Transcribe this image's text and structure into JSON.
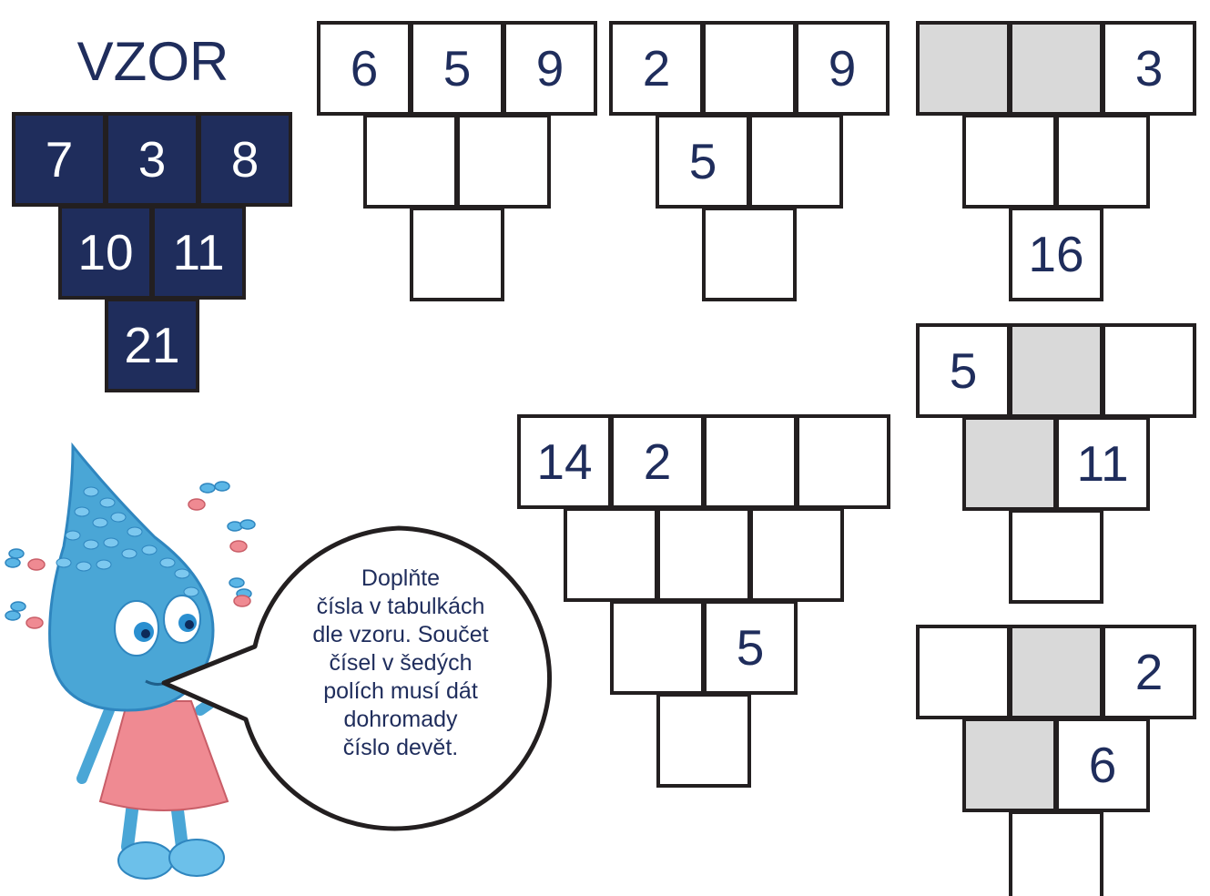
{
  "title": "VZOR",
  "example": {
    "row1": [
      "7",
      "3",
      "8"
    ],
    "row2": [
      "10",
      "11"
    ],
    "row3": [
      "21"
    ]
  },
  "puzzle1": {
    "row1": [
      "6",
      "5",
      "9"
    ],
    "row2": [
      "",
      ""
    ],
    "row3": [
      ""
    ]
  },
  "puzzle2": {
    "row1": [
      "2",
      "",
      "9"
    ],
    "row2": [
      "5",
      ""
    ],
    "row3": [
      ""
    ]
  },
  "puzzle3": {
    "row1": [
      "",
      "",
      "3"
    ],
    "row2": [
      "",
      ""
    ],
    "row3": [
      "16"
    ]
  },
  "puzzle4": {
    "row1": [
      "5",
      "",
      ""
    ],
    "row2": [
      "",
      "11"
    ],
    "row3": [
      ""
    ]
  },
  "puzzle5": {
    "row1": [
      "14",
      "2",
      "",
      ""
    ],
    "row2": [
      "",
      "",
      ""
    ],
    "row3": [
      "",
      "5"
    ],
    "row4": [
      ""
    ]
  },
  "puzzle6": {
    "row1": [
      "",
      "",
      "2"
    ],
    "row2": [
      "",
      "6"
    ],
    "row3": [
      ""
    ]
  },
  "instruction_lines": [
    "Doplňte",
    "čísla v tabulkách",
    "dle vzoru. Součet",
    "čísel v šedých",
    "polích musí dát",
    "dohromady",
    "číslo devět."
  ],
  "colors": {
    "navy": "#1f2d5c",
    "gray_cell": "#d9d9d9",
    "drop_blue": "#4aa6d6",
    "dress_pink": "#ef8a92"
  },
  "icons": {
    "mascot": "water-drop-mascot-icon"
  }
}
